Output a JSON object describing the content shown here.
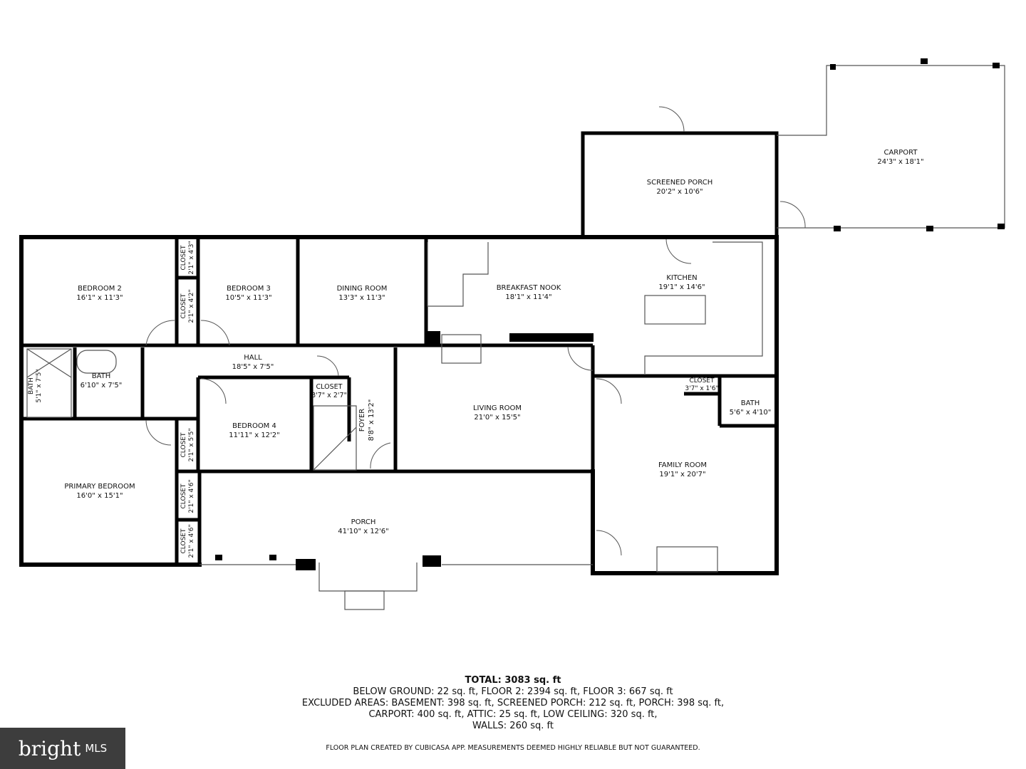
{
  "rooms": [
    {
      "name": "BEDROOM 2",
      "dim": "16'1\" x 11'3\""
    },
    {
      "name": "CLOSET",
      "dim": "2'1\" x 4'3\""
    },
    {
      "name": "CLOSET",
      "dim": "2'1\" x 4'2\""
    },
    {
      "name": "BEDROOM 3",
      "dim": "10'5\" x 11'3\""
    },
    {
      "name": "DINING ROOM",
      "dim": "13'3\" x 11'3\""
    },
    {
      "name": "BREAKFAST NOOK",
      "dim": "18'1\" x 11'4\""
    },
    {
      "name": "KITCHEN",
      "dim": "19'1\" x 14'6\""
    },
    {
      "name": "SCREENED PORCH",
      "dim": "20'2\" x 10'6\""
    },
    {
      "name": "CARPORT",
      "dim": "24'3\" x 18'1\""
    },
    {
      "name": "HALL",
      "dim": "18'5\" x 7'5\""
    },
    {
      "name": "BATH",
      "dim": "6'10\" x 7'5\""
    },
    {
      "name": "BATH",
      "dim": "5'1\" x 7'5\""
    },
    {
      "name": "CLOSET",
      "dim": "3'7\" x 2'7\""
    },
    {
      "name": "FOYER",
      "dim": "8'8\" x 13'2\""
    },
    {
      "name": "BEDROOM 4",
      "dim": "11'11\" x 12'2\""
    },
    {
      "name": "LIVING ROOM",
      "dim": "21'0\" x 15'5\""
    },
    {
      "name": "CLOSET",
      "dim": "3'7\" x 1'6\""
    },
    {
      "name": "BATH",
      "dim": "5'6\" x 4'10\""
    },
    {
      "name": "FAMILY ROOM",
      "dim": "19'1\" x 20'7\""
    },
    {
      "name": "CLOSET",
      "dim": "2'1\" x 5'5\""
    },
    {
      "name": "PRIMARY BEDROOM",
      "dim": "16'0\" x 15'1\""
    },
    {
      "name": "CLOSET",
      "dim": "2'1\" x 4'6\""
    },
    {
      "name": "CLOSET",
      "dim": "2'1\" x 4'6\""
    },
    {
      "name": "PORCH",
      "dim": "41'10\" x 12'6\""
    }
  ],
  "summary": {
    "total": "TOTAL: 3083 sq. ft",
    "line1": "BELOW GROUND: 22 sq. ft, FLOOR 2: 2394 sq. ft, FLOOR 3: 667 sq. ft",
    "line2": "EXCLUDED AREAS: BASEMENT: 398 sq. ft, SCREENED PORCH: 212 sq. ft, PORCH: 398 sq. ft,",
    "line3": "CARPORT: 400 sq. ft, ATTIC: 25 sq. ft, LOW CEILING: 320 sq. ft,",
    "line4": "WALLS: 260 sq. ft"
  },
  "credit": "FLOOR PLAN CREATED BY CUBICASA APP. MEASUREMENTS DEEMED HIGHLY RELIABLE BUT NOT GUARANTEED.",
  "logo": {
    "brand": "bright",
    "suffix": "MLS"
  },
  "colors": {
    "wall": "#000000",
    "thin": "#555555",
    "logo_bg": "#3d3d3d"
  }
}
